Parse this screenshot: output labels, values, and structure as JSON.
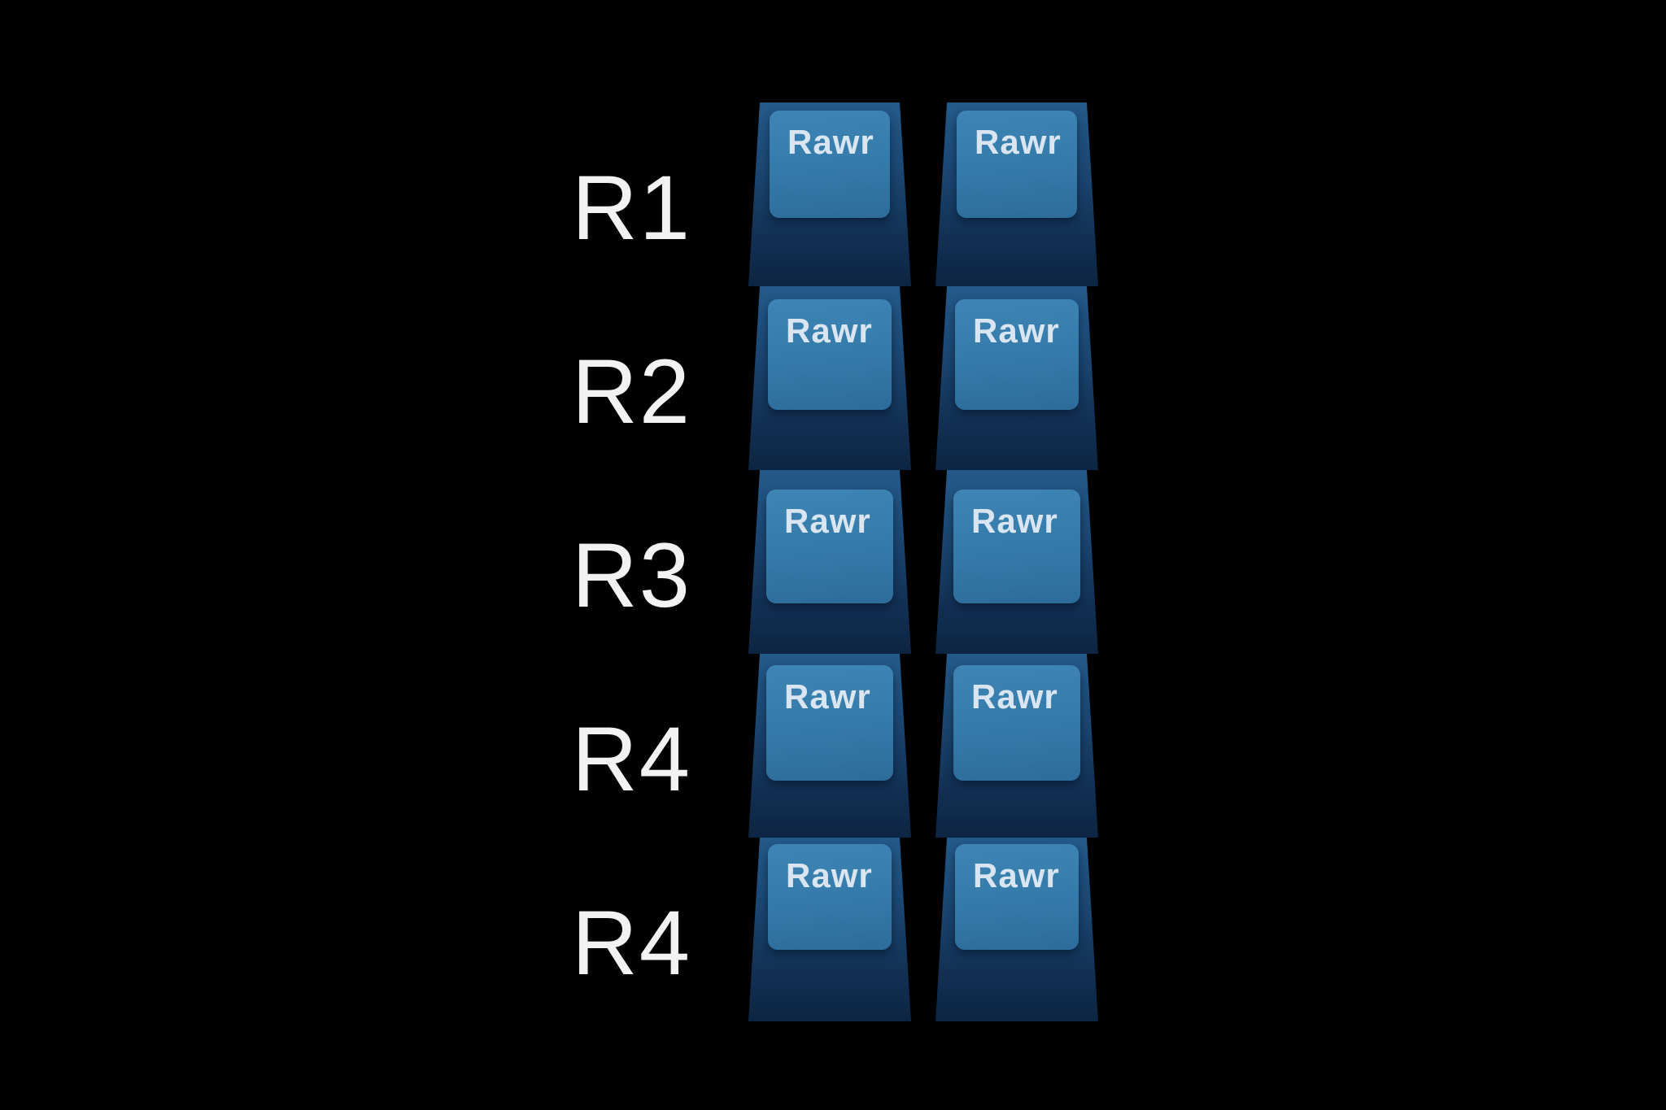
{
  "background": "#000000",
  "colors": {
    "keycap_top": "#3b80b0",
    "keycap_side": "#16385c",
    "legend_text": "#d9e6f1",
    "label_text": "#f2f2f2"
  },
  "rows": [
    {
      "label": "R1",
      "keys": [
        "Rawr",
        "Rawr"
      ]
    },
    {
      "label": "R2",
      "keys": [
        "Rawr",
        "Rawr"
      ]
    },
    {
      "label": "R3",
      "keys": [
        "Rawr",
        "Rawr"
      ]
    },
    {
      "label": "R4",
      "keys": [
        "Rawr",
        "Rawr"
      ]
    },
    {
      "label": "R4",
      "keys": [
        "Rawr",
        "Rawr"
      ]
    }
  ]
}
